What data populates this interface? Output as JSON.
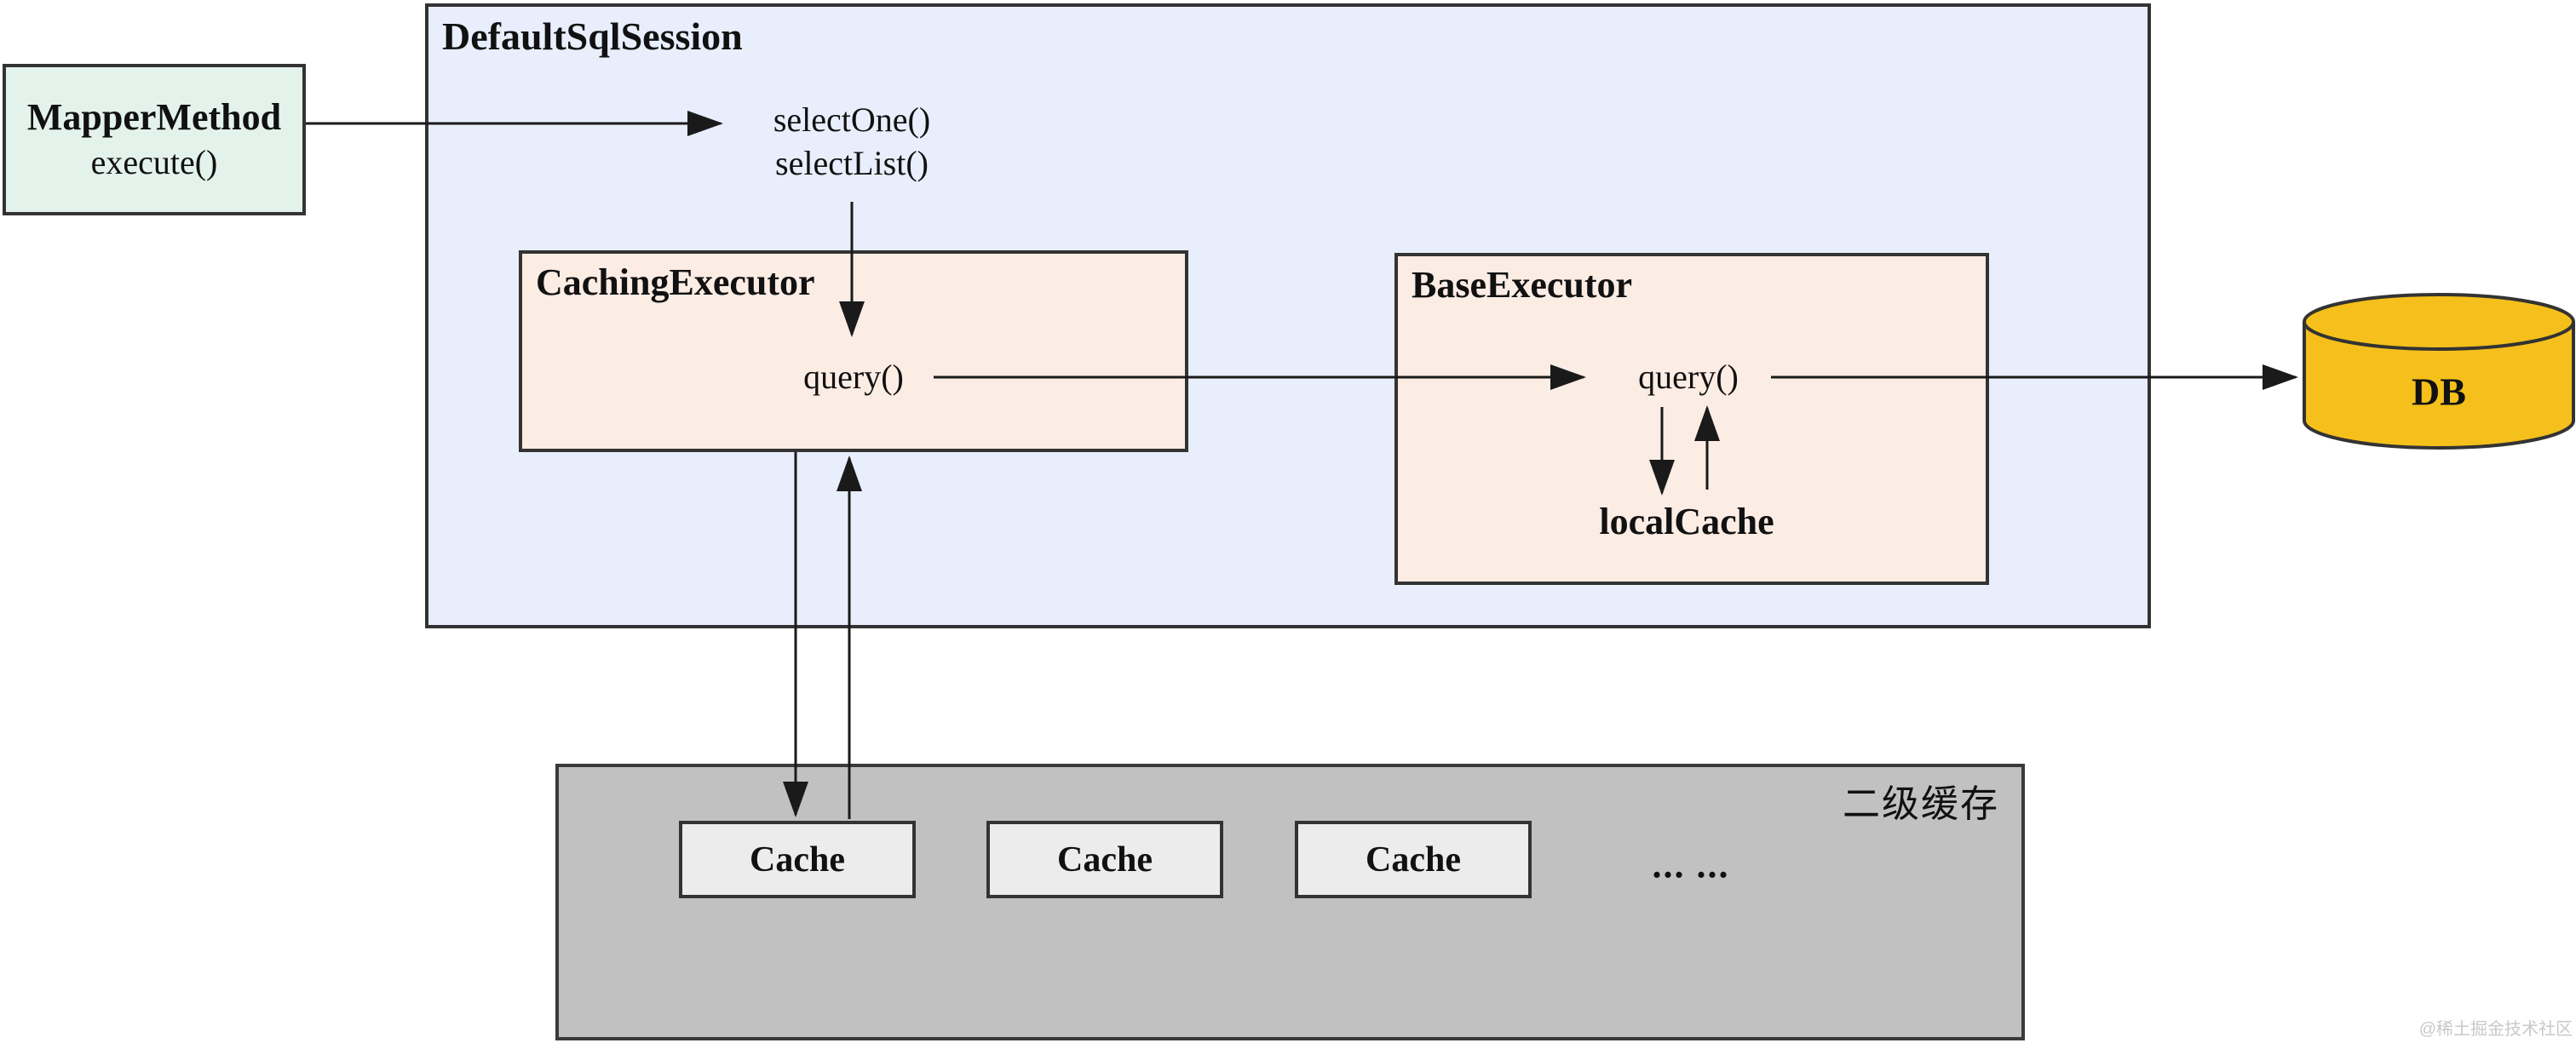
{
  "session": {
    "title": "DefaultSqlSession",
    "methods": [
      "selectOne()",
      "selectList()"
    ]
  },
  "mapper_method": {
    "title": "MapperMethod",
    "method": "execute()"
  },
  "caching_executor": {
    "title": "CachingExecutor",
    "method": "query()"
  },
  "base_executor": {
    "title": "BaseExecutor",
    "method": "query()",
    "cache_label": "localCache"
  },
  "db": {
    "label": "DB"
  },
  "cache_panel": {
    "title": "二级缓存",
    "caches": [
      "Cache",
      "Cache",
      "Cache"
    ],
    "ellipsis": "... ..."
  },
  "watermark": "@稀土掘金技术社区",
  "colors": {
    "session_bg": "#e8eefb",
    "mapper_bg": "#e4f2ec",
    "executor_bg": "#fbece4",
    "panel_bg": "#c1c1c1",
    "cache_bg": "#ececec",
    "db_fill": "#f5c01b",
    "border": "#333333",
    "line": "#1a1a1a",
    "watermark": "#c9c9c9"
  }
}
